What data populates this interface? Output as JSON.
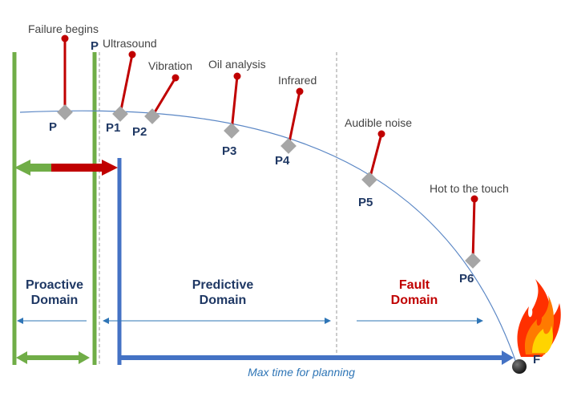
{
  "labels": {
    "failure_begins": "Failure begins",
    "ultrasound": "Ultrasound",
    "vibration": "Vibration",
    "oil_analysis": "Oil analysis",
    "infrared": "Infrared",
    "audible_noise": "Audible noise",
    "hot_to_touch": "Hot to the touch"
  },
  "points": {
    "p": "P",
    "p_top": "P",
    "p1": "P1",
    "p2": "P2",
    "p3": "P3",
    "p4": "P4",
    "p5": "P5",
    "p6": "P6",
    "f": "F"
  },
  "domains": {
    "proactive_line1": "Proactive",
    "proactive_line2": "Domain",
    "predictive_line1": "Predictive",
    "predictive_line2": "Domain",
    "fault_line1": "Fault",
    "fault_line2": "Domain"
  },
  "planning_label": "Max time for planning",
  "colors": {
    "green": "#70ad47",
    "blue": "#4472c4",
    "red": "#c00000",
    "curve": "#5b87c5",
    "marker": "#a6a6a6"
  }
}
